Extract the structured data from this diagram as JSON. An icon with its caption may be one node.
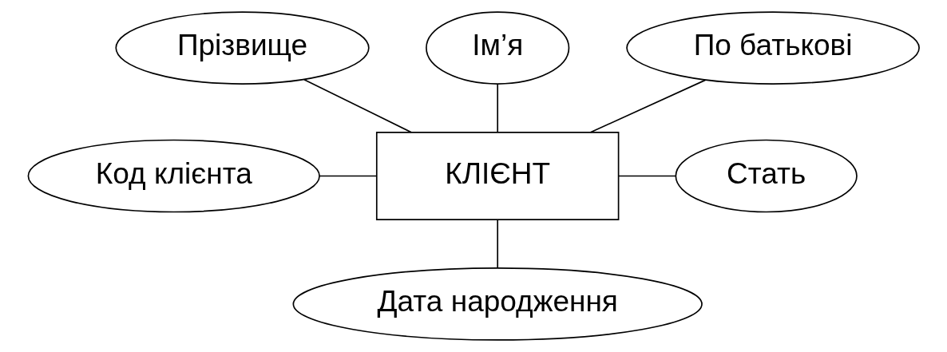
{
  "diagram": {
    "nodes": [
      {
        "text": [
          "Прізвище"
        ]
      },
      {
        "text": [
          "Ім’я"
        ]
      },
      {
        "text": [
          "По батькові"
        ]
      },
      {
        "text": [
          "Код клієнта"
        ]
      },
      {
        "text": [
          "КЛІЄНТ"
        ]
      },
      {
        "text": [
          "Стать"
        ]
      },
      {
        "text": [
          "Дата народження"
        ]
      }
    ],
    "edges": [
      {
        "from": 0,
        "to": 4,
        "arrow": "none"
      },
      {
        "from": 1,
        "to": 4,
        "arrow": "none"
      },
      {
        "from": 2,
        "to": 4,
        "arrow": "none"
      },
      {
        "from": 3,
        "to": 4,
        "arrow": "none"
      },
      {
        "from": 4,
        "to": 5,
        "arrow": "none"
      },
      {
        "from": 4,
        "to": 6,
        "arrow": "none"
      }
    ]
  }
}
